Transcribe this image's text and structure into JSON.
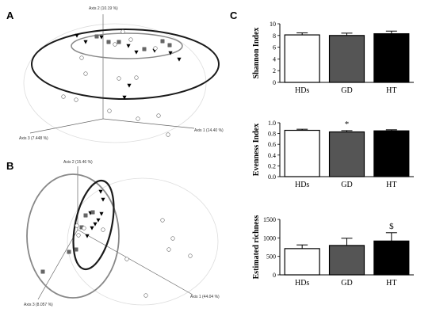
{
  "panels": {
    "a": {
      "letter": "A",
      "axis1": "Axis 1 (14.40 %)",
      "axis2": "Axis 2 (10.19 %)",
      "axis3": "Axis 3 (7.448 %)"
    },
    "b": {
      "letter": "B",
      "axis1": "Axis 1 (44.04 %)",
      "axis2": "Axis 2 (15.46 %)",
      "axis3": "Axis 3 (8.057 %)"
    },
    "c": {
      "letter": "C"
    }
  },
  "colors": {
    "HDs": "#ffffff",
    "GD": "#555555",
    "HT": "#000000",
    "ellipse_dark": "#1a1a1a",
    "ellipse_mid": "#888888",
    "ellipse_light": "#dddddd"
  },
  "chart_data": [
    {
      "type": "scatter",
      "panel": "A",
      "xlabel": "Axis 1 (14.40 %)",
      "ylabel": "Axis 2 (10.19 %)",
      "zlabel": "Axis 3 (7.448 %)",
      "series": [
        {
          "marker": "triangle-down",
          "fill": "#000000"
        },
        {
          "marker": "square",
          "fill": "#666666"
        },
        {
          "marker": "circle",
          "fill": "#ffffff"
        }
      ]
    },
    {
      "type": "scatter",
      "panel": "B",
      "xlabel": "Axis 1 (44.04 %)",
      "ylabel": "Axis 2 (15.46 %)",
      "zlabel": "Axis 3 (8.057 %)",
      "series": [
        {
          "marker": "triangle-down",
          "fill": "#000000"
        },
        {
          "marker": "square",
          "fill": "#666666"
        },
        {
          "marker": "circle",
          "fill": "#ffffff"
        }
      ]
    },
    {
      "type": "bar",
      "panel": "C1",
      "ylabel": "Shannon Index",
      "categories": [
        "HDs",
        "GD",
        "HT"
      ],
      "values": [
        8.1,
        8.0,
        8.3
      ],
      "errors": [
        0.35,
        0.4,
        0.45
      ],
      "ylim": [
        0,
        10
      ],
      "yticks": [
        "0",
        "2",
        "4",
        "6",
        "8",
        "10"
      ],
      "annotations": []
    },
    {
      "type": "bar",
      "panel": "C2",
      "ylabel": "Evenness Index",
      "categories": [
        "HDs",
        "GD",
        "HT"
      ],
      "values": [
        0.86,
        0.83,
        0.85
      ],
      "errors": [
        0.02,
        0.025,
        0.02
      ],
      "ylim": [
        0,
        1.0
      ],
      "yticks": [
        "0.0",
        "0.2",
        "0.4",
        "0.6",
        "0.8",
        "1.0"
      ],
      "annotations": [
        {
          "category": "GD",
          "text": "*"
        }
      ]
    },
    {
      "type": "bar",
      "panel": "C3",
      "ylabel": "Estimated richness",
      "categories": [
        "HDs",
        "GD",
        "HT"
      ],
      "values": [
        710,
        795,
        915
      ],
      "errors": [
        100,
        195,
        225
      ],
      "ylim": [
        0,
        1500
      ],
      "yticks": [
        "0",
        "500",
        "1000",
        "1500"
      ],
      "annotations": [
        {
          "category": "HT",
          "text": "$"
        }
      ]
    }
  ]
}
